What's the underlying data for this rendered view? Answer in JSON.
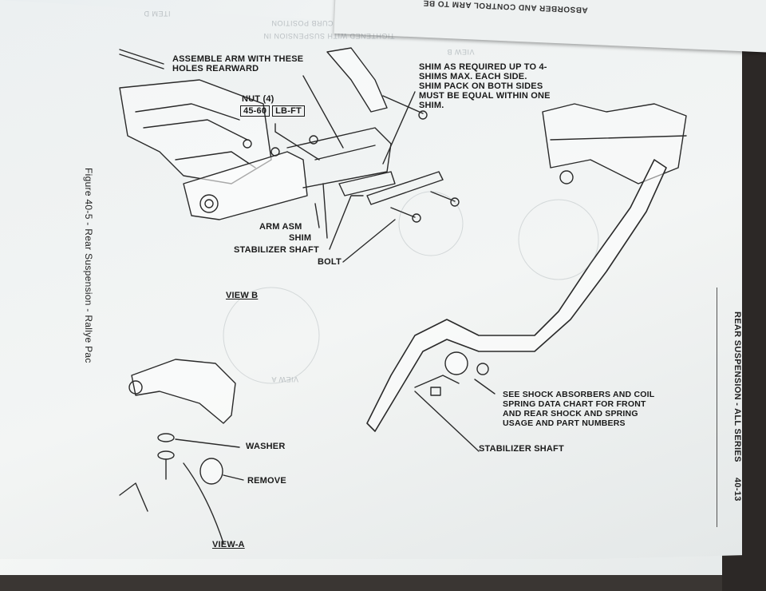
{
  "page": {
    "figure_caption": "Figure 40-5 - Rear Suspension - Rallye Pac",
    "section_header": "REAR SUSPENSION - ALL SERIES",
    "page_number": "40-13"
  },
  "labels": {
    "assemble_arm": "ASSEMBLE ARM WITH THESE HOLES REARWARD",
    "nut_title": "NUT (4)",
    "nut_torque_value": "45-60",
    "nut_torque_unit": "LB-FT",
    "shim_note": "SHIM AS REQUIRED UP TO 4-SHIMS MAX. EACH SIDE. SHIM PACK ON BOTH SIDES MUST BE EQUAL WITHIN ONE SHIM.",
    "arm_asm": "ARM ASM",
    "shim": "SHIM",
    "stabilizer_shaft_b": "STABILIZER SHAFT",
    "bolt": "BOLT",
    "view_b": "VIEW B",
    "washer": "WASHER",
    "remove": "REMOVE",
    "view_a": "VIEW-A",
    "shock_note": "SEE SHOCK ABSORBERS AND COIL SPRING DATA CHART FOR FRONT AND REAR SHOCK AND SPRING USAGE AND PART NUMBERS",
    "stabilizer_shaft_main": "STABILIZER SHAFT"
  },
  "bleed_through": {
    "line1": "TIGHTENED WITH SUSPENSION IN",
    "line2": "CURB POSITION",
    "line3": "ITEM D",
    "line4": "VIEW A",
    "line5": "VIEW B",
    "top_sheet": "ABSORBER AND CONTROL ARM TO BE"
  }
}
